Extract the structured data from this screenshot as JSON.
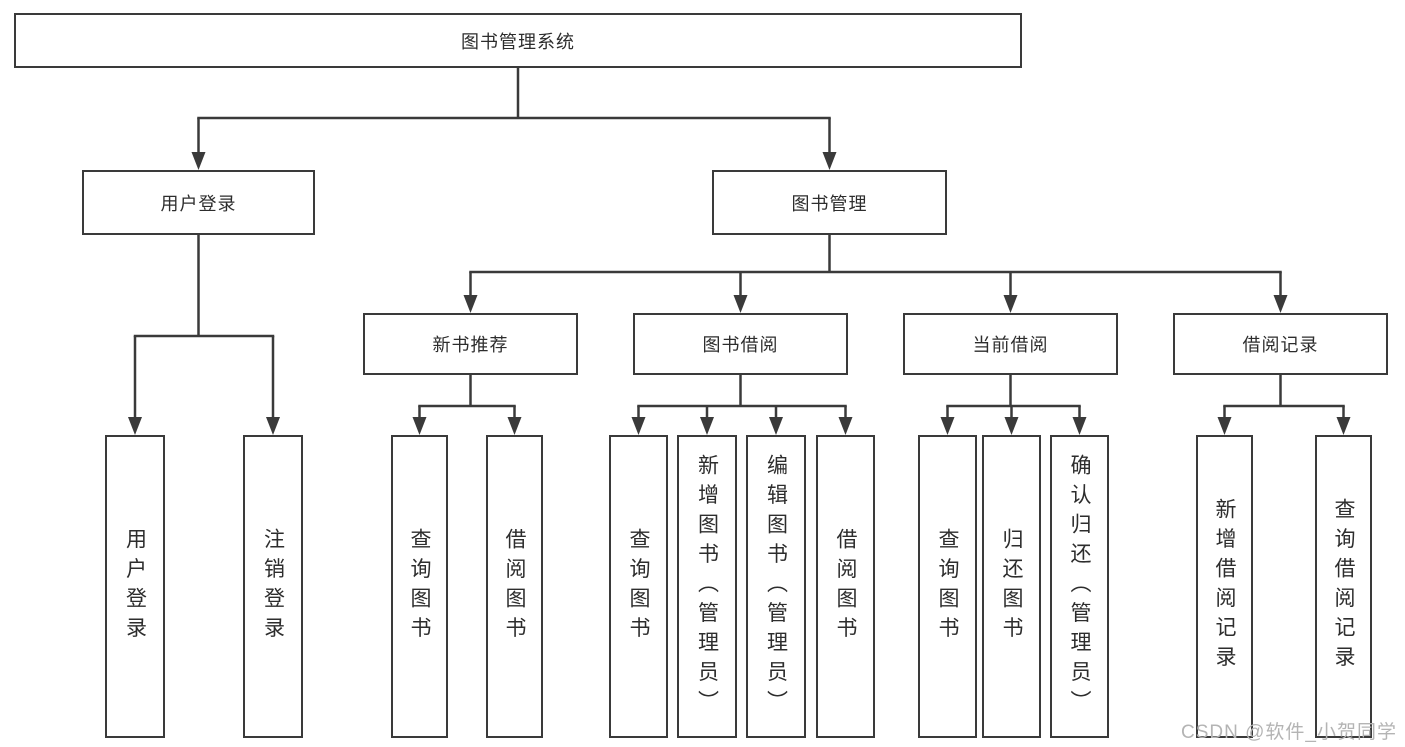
{
  "colors": {
    "line": "#3a3a3a",
    "text": "#2d2d2d",
    "box_bg": "#ffffff",
    "watermark": "#b4b4b4"
  },
  "diagram": {
    "root": {
      "label": "图书管理系统"
    },
    "branches": [
      {
        "label": "用户登录",
        "children": [
          "用户登录",
          "注销登录"
        ]
      },
      {
        "label": "图书管理",
        "groups": [
          {
            "label": "新书推荐",
            "children": [
              "查询图书",
              "借阅图书"
            ]
          },
          {
            "label": "图书借阅",
            "children": [
              "查询图书",
              "新增图书（管理员）",
              "编辑图书（管理员）",
              "借阅图书"
            ]
          },
          {
            "label": "当前借阅",
            "children": [
              "查询图书",
              "归还图书",
              "确认归还（管理员）"
            ]
          },
          {
            "label": "借阅记录",
            "children": [
              "新增借阅记录",
              "查询借阅记录"
            ]
          }
        ]
      }
    ],
    "watermark": "CSDN @软件_小贺同学"
  }
}
